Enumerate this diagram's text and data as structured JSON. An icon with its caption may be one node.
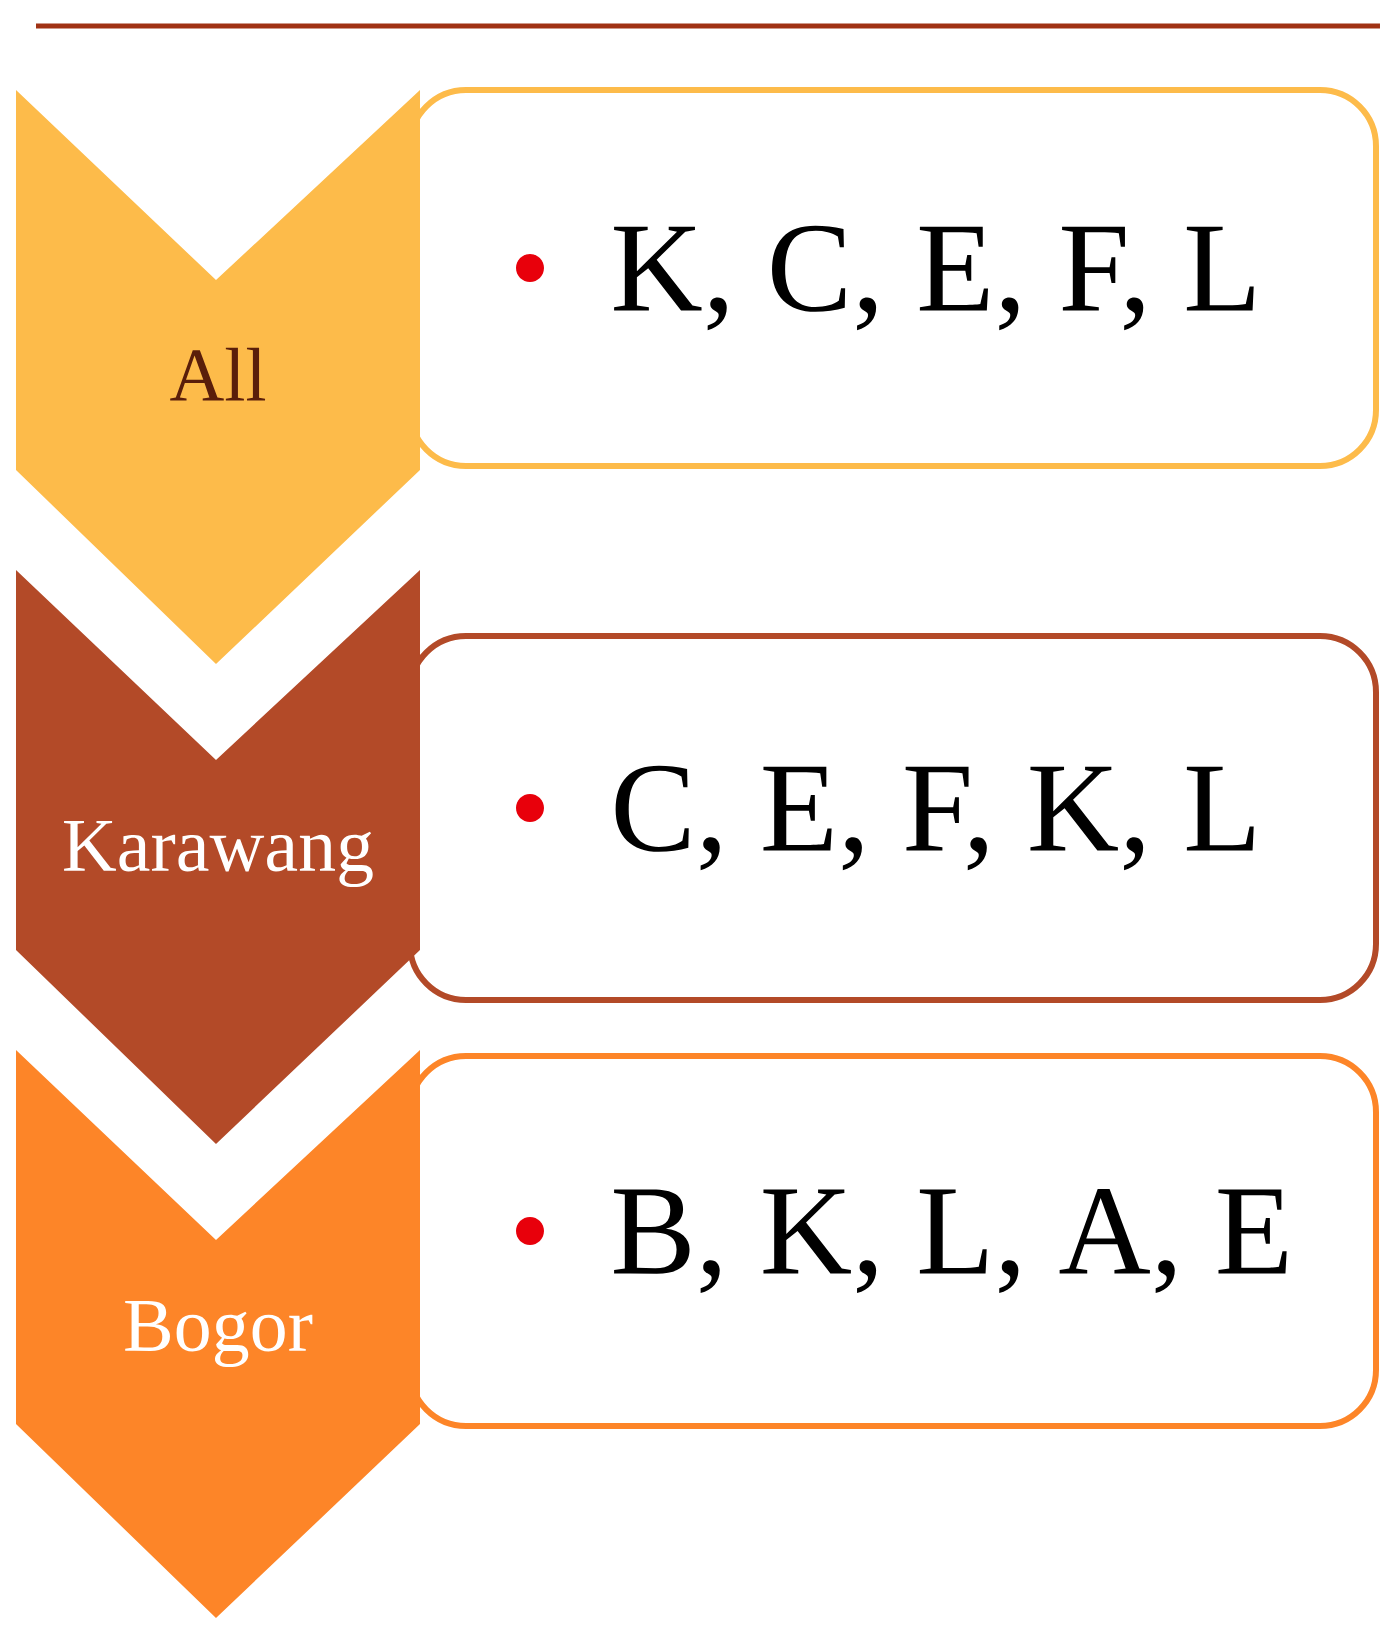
{
  "diagram": {
    "nodes": [
      {
        "text": [
          "All"
        ]
      },
      {
        "text": [
          "K, C, E, F, L"
        ]
      },
      {
        "text": [
          "Karawang"
        ]
      },
      {
        "text": [
          "C, E, F, K, L"
        ]
      },
      {
        "text": [
          "Bogor"
        ]
      },
      {
        "text": [
          "B, K, L, A, E"
        ]
      }
    ]
  }
}
